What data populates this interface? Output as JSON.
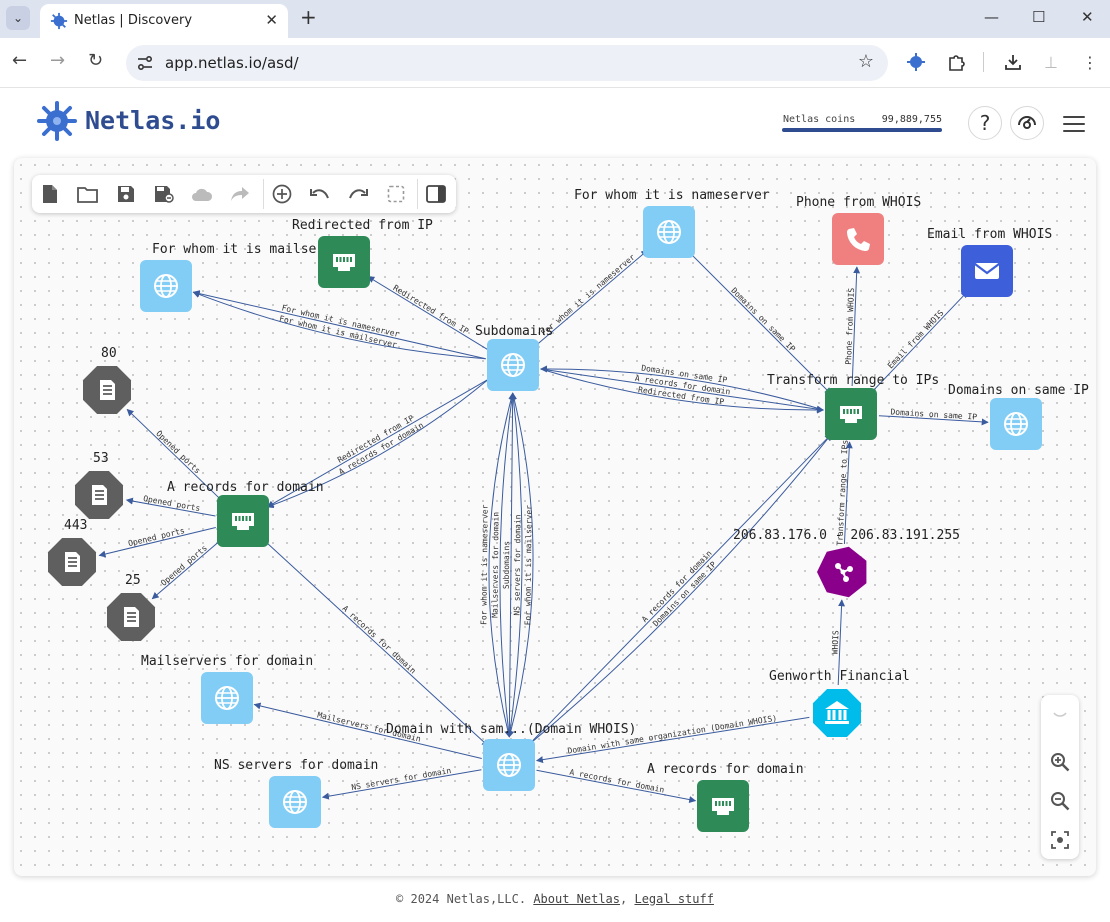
{
  "browser": {
    "tab_title": "Netlas | Discovery",
    "url": "app.netlas.io/asd/"
  },
  "header": {
    "brand": "Netlas.io",
    "coins_label": "Netlas coins",
    "coins_value": "99,889,755",
    "help_label": "?"
  },
  "graph": {
    "nodes": [
      {
        "id": "n_mailserver",
        "label": "For whom it is mailserver",
        "type": "domain"
      },
      {
        "id": "n_redirected",
        "label": "Redirected from IP",
        "type": "ip"
      },
      {
        "id": "n_nameserver",
        "label": "For whom it is nameserver",
        "type": "domain"
      },
      {
        "id": "n_phone",
        "label": "Phone from WHOIS",
        "type": "phone"
      },
      {
        "id": "n_email",
        "label": "Email from WHOIS",
        "type": "email"
      },
      {
        "id": "n_subdomains",
        "label": "Subdomains",
        "type": "domain"
      },
      {
        "id": "n_transform",
        "label": "Transform range to IPs",
        "type": "ip"
      },
      {
        "id": "n_sameip",
        "label": "Domains on same IP",
        "type": "domain"
      },
      {
        "id": "n_p80",
        "label": "80",
        "type": "port"
      },
      {
        "id": "n_p53",
        "label": "53",
        "type": "port"
      },
      {
        "id": "n_p443",
        "label": "443",
        "type": "port"
      },
      {
        "id": "n_p25",
        "label": "25",
        "type": "port"
      },
      {
        "id": "n_arecords",
        "label": "A records for domain",
        "type": "ip"
      },
      {
        "id": "n_range",
        "label": "206.83.176.0 - 206.83.191.255",
        "type": "range"
      },
      {
        "id": "n_mailservers",
        "label": "Mailservers for domain",
        "type": "domain"
      },
      {
        "id": "n_genworth",
        "label": "Genworth Financial",
        "type": "organization"
      },
      {
        "id": "n_center",
        "label": "Domain with sam...(Domain WHOIS)",
        "type": "domain"
      },
      {
        "id": "n_nsservers",
        "label": "NS servers for domain",
        "type": "domain"
      },
      {
        "id": "n_arecords2",
        "label": "A records for domain",
        "type": "ip"
      }
    ],
    "edges": [
      {
        "from": "n_subdomains",
        "to": "n_mailserver",
        "label": "For whom it is nameserver"
      },
      {
        "from": "n_subdomains",
        "to": "n_mailserver",
        "label": "For whom it is mailserver"
      },
      {
        "from": "n_subdomains",
        "to": "n_redirected",
        "label": "Redirected from IP"
      },
      {
        "from": "n_subdomains",
        "to": "n_nameserver",
        "label": "For whom it is nameserver"
      },
      {
        "from": "n_subdomains",
        "to": "n_transform",
        "label": "A records for domain"
      },
      {
        "from": "n_subdomains",
        "to": "n_transform",
        "label": "Redirected from IP"
      },
      {
        "from": "n_transform",
        "to": "n_subdomains",
        "label": "Domains on same IP"
      },
      {
        "from": "n_nameserver",
        "to": "n_transform",
        "label": "Domains on same IP"
      },
      {
        "from": "n_transform",
        "to": "n_phone",
        "label": "Phone from WHOIS"
      },
      {
        "from": "n_transform",
        "to": "n_email",
        "label": "Email from WHOIS"
      },
      {
        "from": "n_transform",
        "to": "n_sameip",
        "label": "Domains on same IP"
      },
      {
        "from": "n_subdomains",
        "to": "n_arecords",
        "label": "Redirected from IP"
      },
      {
        "from": "n_subdomains",
        "to": "n_arecords",
        "label": "A records for domain"
      },
      {
        "from": "n_arecords",
        "to": "n_p80",
        "label": "Opened ports"
      },
      {
        "from": "n_arecords",
        "to": "n_p53",
        "label": "Opened ports"
      },
      {
        "from": "n_arecords",
        "to": "n_p443",
        "label": "Opened ports"
      },
      {
        "from": "n_arecords",
        "to": "n_p25",
        "label": "Opened ports"
      },
      {
        "from": "n_center",
        "to": "n_subdomains",
        "label": "Subdomains"
      },
      {
        "from": "n_center",
        "to": "n_subdomains",
        "label": "NS servers for domain"
      },
      {
        "from": "n_center",
        "to": "n_subdomains",
        "label": "Mailservers for domain"
      },
      {
        "from": "n_subdomains",
        "to": "n_center",
        "label": "For whom it is mailserver"
      },
      {
        "from": "n_subdomains",
        "to": "n_center",
        "label": "For whom it is nameserver"
      },
      {
        "from": "n_arecords",
        "to": "n_center",
        "label": "A records for domain"
      },
      {
        "from": "n_center",
        "to": "n_transform",
        "label": "A records for domain"
      },
      {
        "from": "n_center",
        "to": "n_transform",
        "label": "Domains on same IP"
      },
      {
        "from": "n_range",
        "to": "n_transform",
        "label": "Transform range to IPs"
      },
      {
        "from": "n_genworth",
        "to": "n_range",
        "label": "WHOIS"
      },
      {
        "from": "n_genworth",
        "to": "n_center",
        "label": "Domain with same organization (Domain WHOIS)"
      },
      {
        "from": "n_center",
        "to": "n_mailservers",
        "label": "Mailservers for domain"
      },
      {
        "from": "n_center",
        "to": "n_nsservers",
        "label": "NS servers for domain"
      },
      {
        "from": "n_center",
        "to": "n_arecords2",
        "label": "A records for domain"
      }
    ]
  },
  "colors": {
    "domain": "#81cdf5",
    "ip": "#2e8b57",
    "phone": "#f08080",
    "email": "#3d5fd9",
    "port": "#5f5f5f",
    "range": "#8b008b",
    "organization": "#00bcea",
    "edge": "#3a5b9e",
    "brand": "#2e4c8f"
  },
  "footer": {
    "copyright": "© 2024 Netlas,LLC.",
    "about": "About Netlas",
    "separator": ",",
    "legal": "Legal stuff"
  }
}
